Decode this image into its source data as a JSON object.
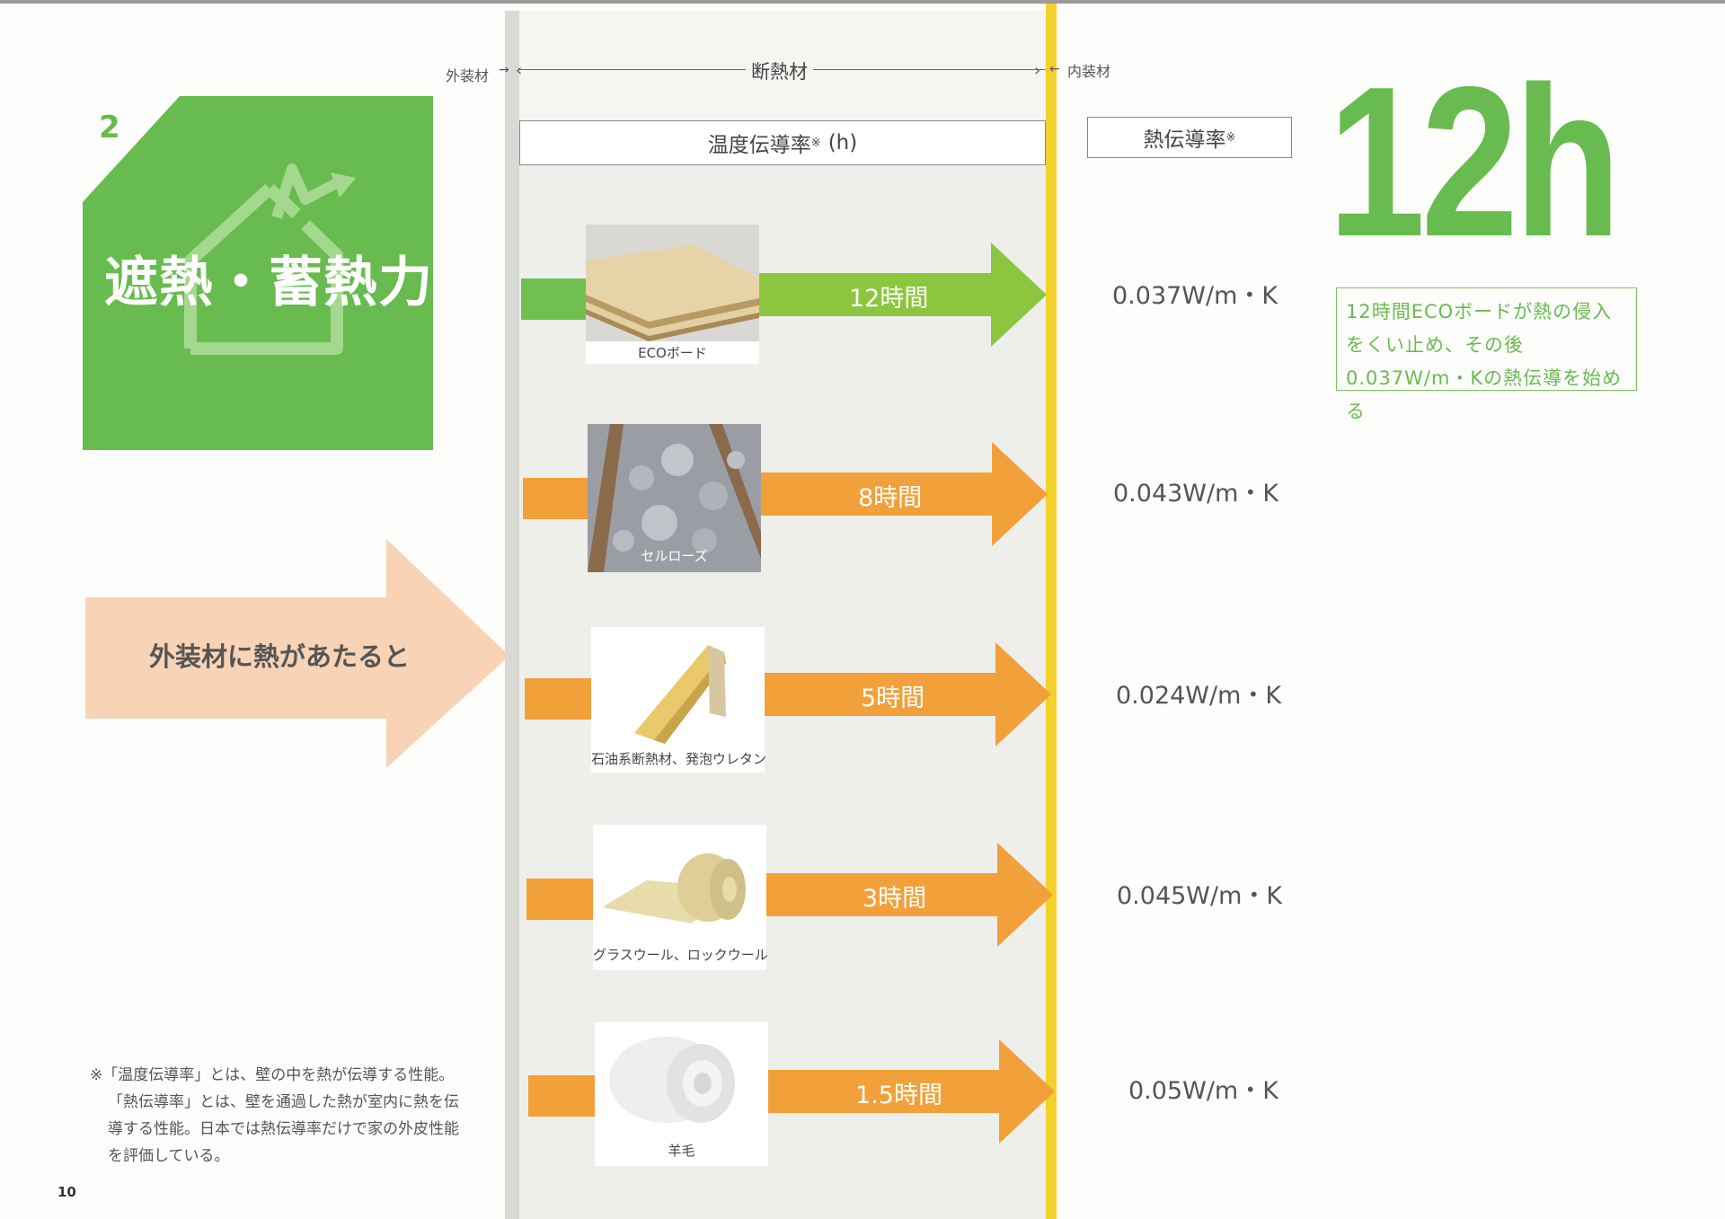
{
  "page": {
    "number": "10",
    "section_number": "2",
    "section_title": "遮熱・蓄熱力"
  },
  "diagram": {
    "exterior_label": "外装材",
    "insulation_label": "断熱材",
    "interior_label": "内装材",
    "col_temp_label": "温度伝導率",
    "col_temp_mark": "※",
    "col_temp_unit": "(h)",
    "col_cond_label": "熱伝導率",
    "col_cond_mark": "※",
    "heat_arrow_text": "外装材に熱があたると"
  },
  "rows": [
    {
      "material": "ECOボード",
      "time": "12時間",
      "conductivity": "0.037W/m・K",
      "color": "#8cc63f"
    },
    {
      "material": "セルローズ",
      "time": "8時間",
      "conductivity": "0.043W/m・K",
      "color": "#f2a03a"
    },
    {
      "material": "石油系断熱材、発泡ウレタン",
      "time": "5時間",
      "conductivity": "0.024W/m・K",
      "color": "#f2a03a"
    },
    {
      "material": "グラスウール、ロックウール",
      "time": "3時間",
      "conductivity": "0.045W/m・K",
      "color": "#f2a03a"
    },
    {
      "material": "羊毛",
      "time": "1.5時間",
      "conductivity": "0.05W/m・K",
      "color": "#f2a03a"
    }
  ],
  "highlight": {
    "big": "12h",
    "note": "12時間ECOボードが熱の侵入をくい止め、その後0.037W/m・Kの熱伝導を始める"
  },
  "footnote": {
    "line1": "※「温度伝導率」とは、壁の中を熱が伝導する性能。",
    "line2": "「熱伝導率」とは、壁を通過した熱が室内に熱を伝導する性能。日本では熱伝導率だけで家の外皮性能を評価している。"
  },
  "colors": {
    "green": "#68bb4e",
    "arrow_green": "#8cc63f",
    "arrow_orange": "#f2a03a",
    "peach": "#f9d3b6",
    "yellow_line": "#f3d02a"
  }
}
